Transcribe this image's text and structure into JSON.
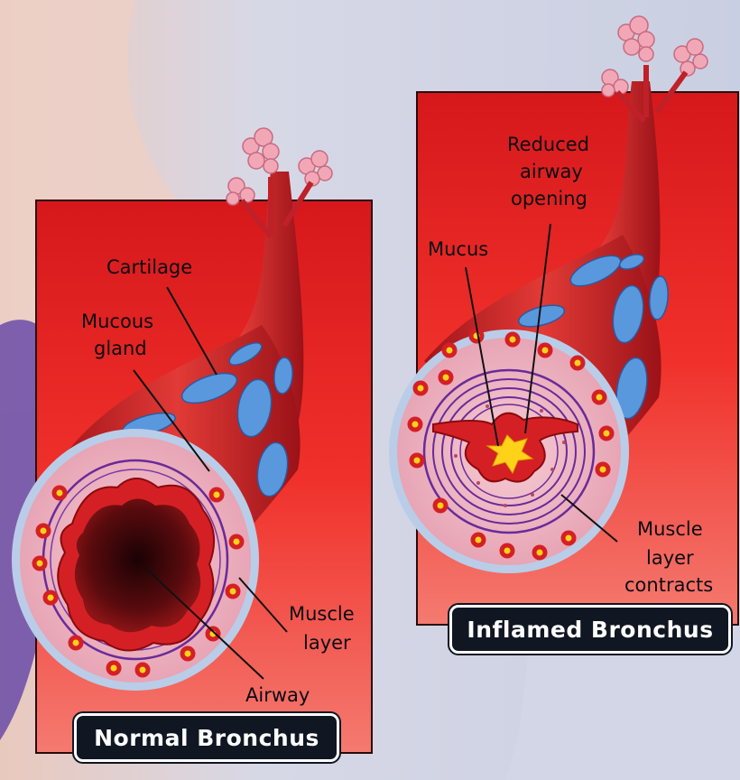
{
  "panels": {
    "normal": {
      "title": "Normal Bronchus",
      "labels": {
        "cartilage": "Cartilage",
        "mucous_gland_line1": "Mucous",
        "mucous_gland_line2": "gland",
        "muscle_layer_line1": "Muscle",
        "muscle_layer_line2": "layer",
        "airway": "Airway"
      }
    },
    "inflamed": {
      "title": "Inflamed Bronchus",
      "labels": {
        "reduced_line1": "Reduced",
        "reduced_line2": "airway",
        "reduced_line3": "opening",
        "mucus": "Mucus",
        "muscle_line1": "Muscle",
        "muscle_line2": "layer",
        "muscle_line3": "contracts"
      }
    }
  },
  "colors": {
    "panel_red": "#e8201e",
    "cartilage_blue": "#4d8fd8",
    "tissue_pink": "#efb8c4",
    "muscle_purple": "#6a2a9a",
    "mucus_yellow": "#ffd21a",
    "airway_dark": "#3a0808",
    "title_bg": "#101622"
  }
}
